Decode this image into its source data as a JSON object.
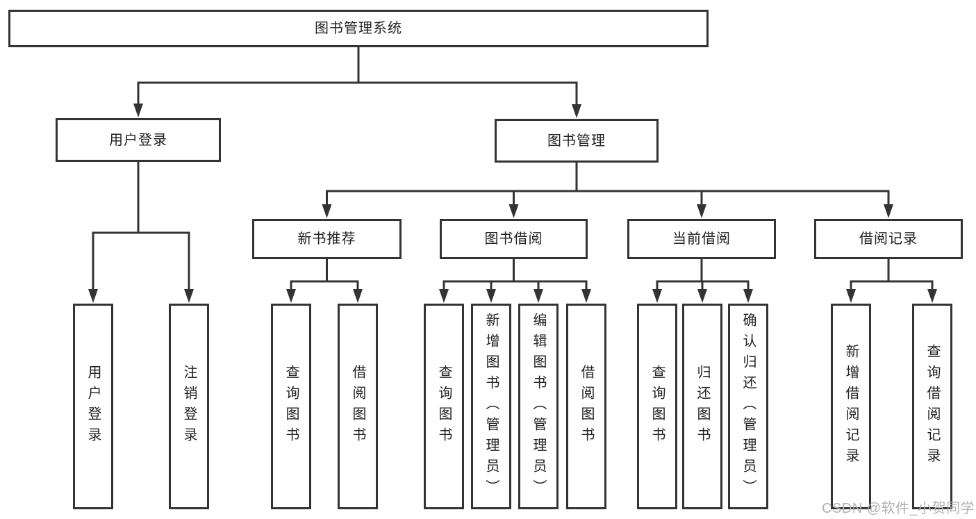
{
  "diagram": {
    "title": "图书管理系统",
    "watermark": "CSDN @软件_小贺同学",
    "colors": {
      "line": "#333333",
      "text": "#222222",
      "watermark": "#b2b2b2",
      "background": "#ffffff"
    },
    "nodes": [
      {
        "id": "root",
        "label": "图书管理系统",
        "vertical": false
      },
      {
        "id": "user-login",
        "label": "用户登录",
        "vertical": false
      },
      {
        "id": "book-mgmt",
        "label": "图书管理",
        "vertical": false
      },
      {
        "id": "new-book-rec",
        "label": "新书推荐",
        "vertical": false
      },
      {
        "id": "book-borrow",
        "label": "图书借阅",
        "vertical": false
      },
      {
        "id": "current-borrow",
        "label": "当前借阅",
        "vertical": false
      },
      {
        "id": "borrow-record",
        "label": "借阅记录",
        "vertical": false
      },
      {
        "id": "leaf-user-login",
        "label": "用户登录",
        "vertical": true
      },
      {
        "id": "leaf-logout",
        "label": "注销登录",
        "vertical": true
      },
      {
        "id": "leaf-query-book-a",
        "label": "查询图书",
        "vertical": true
      },
      {
        "id": "leaf-borrow-book-a",
        "label": "借阅图书",
        "vertical": true
      },
      {
        "id": "leaf-query-book-b",
        "label": "查询图书",
        "vertical": true
      },
      {
        "id": "leaf-add-book",
        "label": "新增图书（管理员）",
        "vertical": true
      },
      {
        "id": "leaf-edit-book",
        "label": "编辑图书（管理员）",
        "vertical": true
      },
      {
        "id": "leaf-borrow-book-b",
        "label": "借阅图书",
        "vertical": true
      },
      {
        "id": "leaf-query-book-c",
        "label": "查询图书",
        "vertical": true
      },
      {
        "id": "leaf-return-book",
        "label": "归还图书",
        "vertical": true
      },
      {
        "id": "leaf-confirm-return",
        "label": "确认归还（管理员）",
        "vertical": true
      },
      {
        "id": "leaf-add-record",
        "label": "新增借阅记录",
        "vertical": true
      },
      {
        "id": "leaf-query-record",
        "label": "查询借阅记录",
        "vertical": true
      }
    ],
    "edges": [
      {
        "from": "root",
        "to": [
          "user-login",
          "book-mgmt"
        ]
      },
      {
        "from": "user-login",
        "to": [
          "leaf-user-login",
          "leaf-logout"
        ]
      },
      {
        "from": "book-mgmt",
        "to": [
          "new-book-rec",
          "book-borrow",
          "current-borrow",
          "borrow-record"
        ]
      },
      {
        "from": "new-book-rec",
        "to": [
          "leaf-query-book-a",
          "leaf-borrow-book-a"
        ]
      },
      {
        "from": "book-borrow",
        "to": [
          "leaf-query-book-b",
          "leaf-add-book",
          "leaf-edit-book",
          "leaf-borrow-book-b"
        ]
      },
      {
        "from": "current-borrow",
        "to": [
          "leaf-query-book-c",
          "leaf-return-book",
          "leaf-confirm-return"
        ]
      },
      {
        "from": "borrow-record",
        "to": [
          "leaf-add-record",
          "leaf-query-record"
        ]
      }
    ]
  }
}
